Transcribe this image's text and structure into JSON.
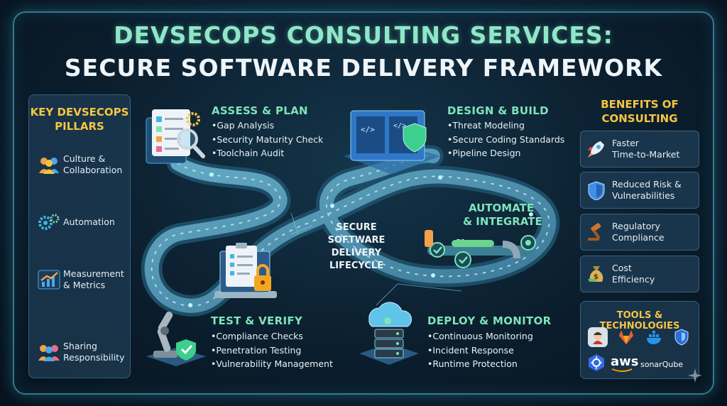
{
  "title": {
    "line1": "DEVSECOPS CONSULTING SERVICES:",
    "line2": "SECURE SOFTWARE DELIVERY FRAMEWORK"
  },
  "pillars": {
    "heading_line1": "KEY DEVSECOPS",
    "heading_line2": "PILLARS",
    "items": [
      {
        "label_l1": "Culture &",
        "label_l2": "Collaboration",
        "icon": "people-icon"
      },
      {
        "label_l1": "Automation",
        "label_l2": "",
        "icon": "gears-icon"
      },
      {
        "label_l1": "Measurement",
        "label_l2": "& Metrics",
        "icon": "chart-icon"
      },
      {
        "label_l1": "Sharing",
        "label_l2": "Responsibility",
        "icon": "team-icon"
      }
    ]
  },
  "phases": {
    "assess": {
      "title": "ASSESS & PLAN",
      "bullets": [
        "Gap Analysis",
        "Security Maturity Check",
        "Toolchain Audit"
      ]
    },
    "design": {
      "title": "DESIGN & BUILD",
      "bullets": [
        "Threat Modeling",
        "Secure Coding Standards",
        "Pipeline Design"
      ]
    },
    "automate": {
      "title_l1": "AUTOMATE",
      "title_l2": "& INTEGRATE",
      "ci_label": "CI"
    },
    "test": {
      "title": "TEST & VERIFY",
      "bullets": [
        "Compliance Checks",
        "Penetration Testing",
        "Vulnerability Management"
      ]
    },
    "deploy": {
      "title": "DEPLOY & MONITOR",
      "bullets": [
        "Continuous Monitoring",
        "Incident Response",
        "Runtime Protection"
      ]
    }
  },
  "center": {
    "l1": "SECURE SOFTWARE",
    "l2": "DELIVERY",
    "l3": "LIFECYCLE"
  },
  "benefits": {
    "heading_line1": "BENEFITS OF",
    "heading_line2": "CONSULTING",
    "items": [
      {
        "l1": "Faster",
        "l2": "Time-to-Market",
        "icon": "rocket-icon"
      },
      {
        "l1": "Reduced Risk &",
        "l2": "Vulnerabilities",
        "icon": "shield-icon"
      },
      {
        "l1": "Regulatory",
        "l2": "Compliance",
        "icon": "gavel-icon"
      },
      {
        "l1": "Cost",
        "l2": "Efficiency",
        "icon": "money-bag-icon"
      }
    ]
  },
  "tools": {
    "heading": "TOOLS & TECHNOLOGIES",
    "items": [
      {
        "name": "jenkins-icon",
        "text": ""
      },
      {
        "name": "gitlab-icon",
        "text": ""
      },
      {
        "name": "docker-icon",
        "text": ""
      },
      {
        "name": "shield-tool-icon",
        "text": ""
      },
      {
        "name": "kubernetes-icon",
        "text": ""
      },
      {
        "name": "aws-logo",
        "text": "aws"
      },
      {
        "name": "sonarqube-logo",
        "text": "sonarQube"
      }
    ]
  },
  "colors": {
    "accent_green": "#7fe3b9",
    "accent_gold": "#f5c542",
    "path": "#5aa6c4"
  }
}
